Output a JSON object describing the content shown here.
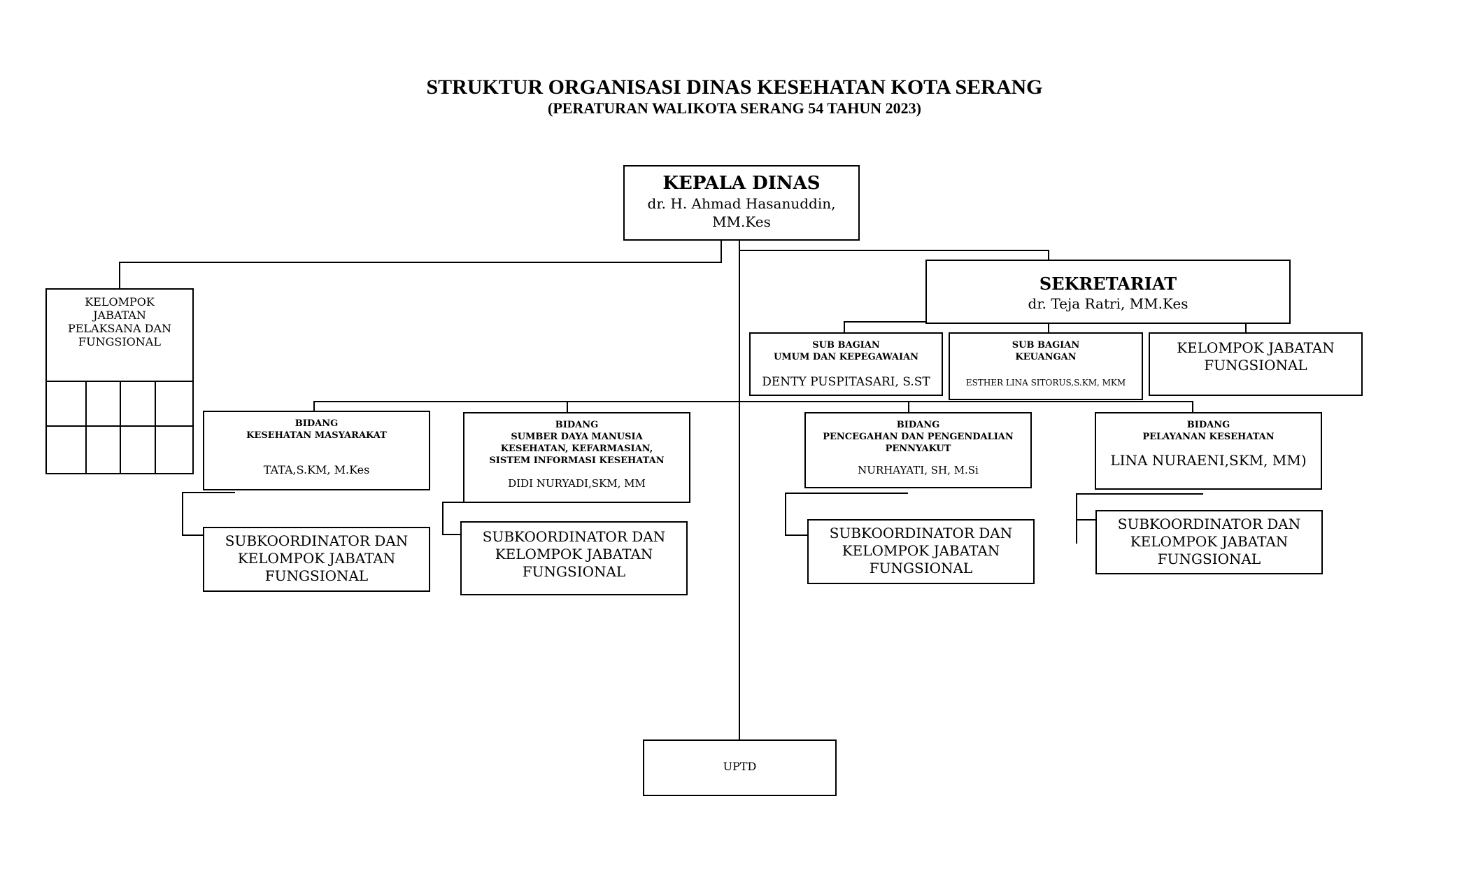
{
  "title": "STRUKTUR ORGANISASI DINAS KESEHATAN KOTA SERANG",
  "subtitle": "(PERATURAN WALIKOTA SERANG 54 TAHUN 2023)",
  "kepala": {
    "title": "KEPALA DINAS",
    "name_line1": "dr. H. Ahmad Hasanuddin,",
    "name_line2": "MM.Kes"
  },
  "sekretariat": {
    "title": "SEKRETARIAT",
    "name": "dr. Teja Ratri, MM.Kes"
  },
  "kelompok_left": {
    "lines": [
      "KELOMPOK",
      "JABATAN",
      "PELAKSANA DAN",
      "FUNGSIONAL"
    ]
  },
  "subbagian_umum": {
    "line1": "SUB BAGIAN",
    "line2": "UMUM DAN KEPEGAWAIAN",
    "name": "DENTY PUSPITASARI, S.ST"
  },
  "subbagian_keuangan": {
    "line1": "SUB BAGIAN",
    "line2": "KEUANGAN",
    "name": "ESTHER LINA SITORUS,S.KM, MKM"
  },
  "kelompok_sekretariat": {
    "line1": "KELOMPOK JABATAN",
    "line2": "FUNGSIONAL"
  },
  "bidang_kesmas": {
    "line1": "BIDANG",
    "line2": "KESEHATAN MASYARAKAT",
    "name": "TATA,S.KM, M.Kes"
  },
  "bidang_sdm": {
    "line1": "BIDANG",
    "line2": "SUMBER DAYA MANUSIA",
    "line3": "KESEHATAN, KEFARMASIAN,",
    "line4": "SISTEM INFORMASI KESEHATAN",
    "name": "DIDI NURYADI,SKM, MM"
  },
  "bidang_p2p": {
    "line1": "BIDANG",
    "line2": "PENCEGAHAN DAN PENGENDALIAN",
    "line3": "PENNYAKUT",
    "name": "NURHAYATI, SH, M.Si"
  },
  "bidang_yankes": {
    "line1": "BIDANG",
    "line2": "PELAYANAN KESEHATAN",
    "name": "LINA NURAENI,SKM, MM)"
  },
  "sub_kesmas": {
    "line1": "SUBKOORDINATOR DAN",
    "line2": "KELOMPOK JABATAN",
    "line3": "FUNGSIONAL"
  },
  "sub_sdm": {
    "line1": "SUBKOORDINATOR DAN",
    "line2": "KELOMPOK JABATAN",
    "line3": "FUNGSIONAL"
  },
  "sub_p2p": {
    "line1": "SUBKOORDINATOR DAN",
    "line2": "KELOMPOK JABATAN",
    "line3": "FUNGSIONAL"
  },
  "sub_yankes": {
    "line1": "SUBKOORDINATOR DAN",
    "line2": "KELOMPOK JABATAN",
    "line3": "FUNGSIONAL"
  },
  "uptd": {
    "label": "UPTD"
  }
}
